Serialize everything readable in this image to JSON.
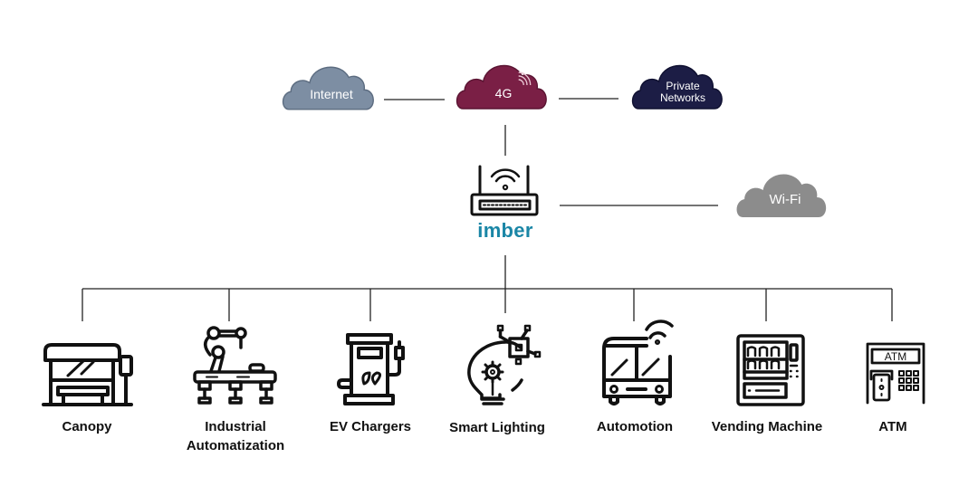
{
  "diagram": {
    "clouds": [
      {
        "id": "internet",
        "label": "Internet",
        "color": "#7d8ea3"
      },
      {
        "id": "4g",
        "label": "4G",
        "color": "#7a1f45"
      },
      {
        "id": "private",
        "label_line1": "Private",
        "label_line2": "Networks",
        "color": "#1c1d45"
      },
      {
        "id": "wifi",
        "label": "Wi-Fi",
        "color": "#8c8c8c"
      }
    ],
    "hub": {
      "logo_text": "imber",
      "logo_color": "#1a86a6",
      "icon": "router-icon"
    },
    "devices": [
      {
        "id": "canopy",
        "label": "Canopy",
        "icon": "bus-stop-canopy-icon"
      },
      {
        "id": "industrial",
        "label_line1": "Industrial",
        "label_line2": "Automatization",
        "icon": "robot-arm-conveyor-icon"
      },
      {
        "id": "ev",
        "label": "EV Chargers",
        "icon": "ev-charger-icon"
      },
      {
        "id": "lighting",
        "label": "Smart Lighting",
        "icon": "smart-bulb-icon"
      },
      {
        "id": "automotion",
        "label": "Automotion",
        "icon": "connected-bus-icon"
      },
      {
        "id": "vending",
        "label": "Vending Machine",
        "icon": "vending-machine-icon"
      },
      {
        "id": "atm",
        "label": "ATM",
        "icon": "atm-icon",
        "screen_text": "ATM"
      }
    ],
    "line_color": "#222222",
    "icon_color": "#111111"
  }
}
